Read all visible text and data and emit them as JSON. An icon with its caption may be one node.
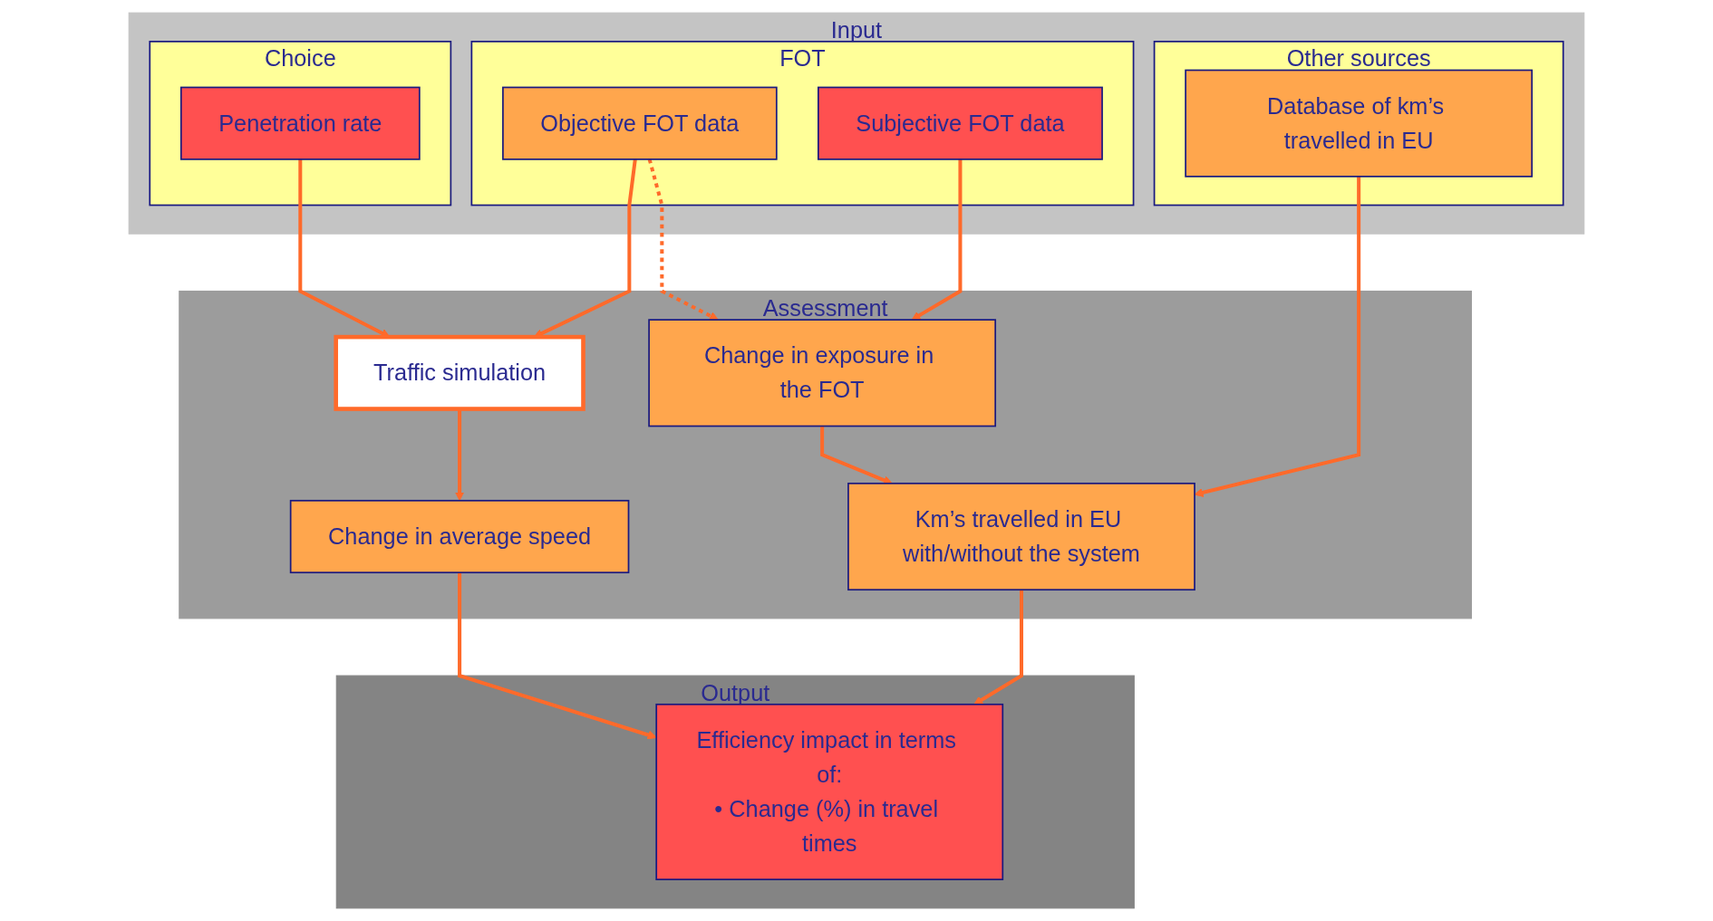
{
  "diagram": {
    "nodes": [
      {
        "text": [
          "Input"
        ]
      },
      {
        "text": [
          "Choice"
        ],
        "in": 0
      },
      {
        "text": [
          "Penetration rate"
        ],
        "in": 1
      },
      {
        "text": [
          "FOT"
        ],
        "in": 0
      },
      {
        "text": [
          "Objective FOT data"
        ],
        "in": 3
      },
      {
        "text": [
          "Subjective FOT data"
        ],
        "in": 3
      },
      {
        "text": [
          "Other sources"
        ],
        "in": 0
      },
      {
        "text": [
          "Database of km’s travelled in EU"
        ],
        "in": 6
      },
      {
        "text": [
          "Assessment"
        ]
      },
      {
        "text": [
          "Traffic simulation"
        ],
        "in": 8
      },
      {
        "text": [
          "Change in exposure in the FOT"
        ],
        "in": 8
      },
      {
        "text": [
          "Change in average speed"
        ],
        "in": 8
      },
      {
        "text": [
          "Km’s travelled in EU with/without the system"
        ],
        "in": 8
      },
      {
        "text": [
          "Output"
        ]
      },
      {
        "text": [
          "Efficiency impact in terms of:",
          "• Change (%) in travel times"
        ],
        "in": 13
      }
    ],
    "edges": [
      {
        "from": 2,
        "to": 9,
        "arrow": "to"
      },
      {
        "from": 4,
        "to": 9,
        "arrow": "to"
      },
      {
        "from": 4,
        "to": 10,
        "arrow": "to",
        "style": "dashed"
      },
      {
        "from": 5,
        "to": 10,
        "arrow": "to"
      },
      {
        "from": 9,
        "to": 11,
        "arrow": "to"
      },
      {
        "from": 10,
        "to": 12,
        "arrow": "to"
      },
      {
        "from": 7,
        "to": 12,
        "arrow": "to"
      },
      {
        "from": 11,
        "to": 14,
        "arrow": "to"
      },
      {
        "from": 12,
        "to": 14,
        "arrow": "to"
      }
    ]
  }
}
